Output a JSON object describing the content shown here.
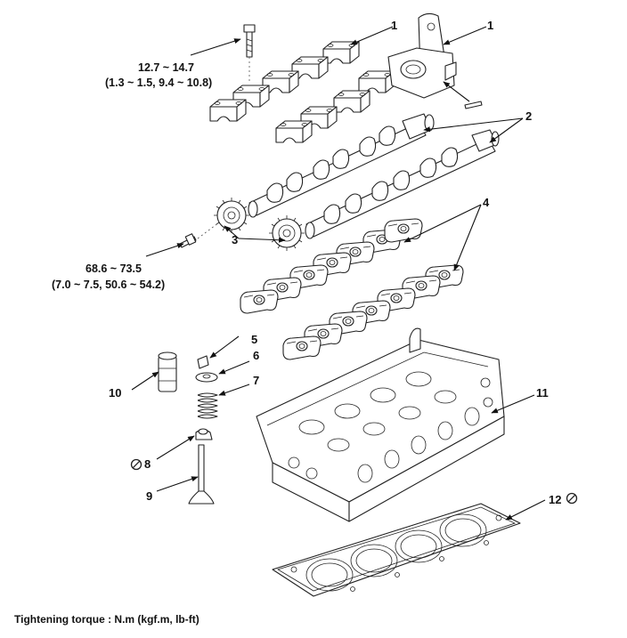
{
  "callouts": [
    {
      "id": "1a",
      "text": "1"
    },
    {
      "id": "1b",
      "text": "1"
    },
    {
      "id": "2",
      "text": "2"
    },
    {
      "id": "3",
      "text": "3"
    },
    {
      "id": "4",
      "text": "4"
    },
    {
      "id": "5",
      "text": "5"
    },
    {
      "id": "6",
      "text": "6"
    },
    {
      "id": "7",
      "text": "7"
    },
    {
      "id": "8",
      "text": "8"
    },
    {
      "id": "9",
      "text": "9"
    },
    {
      "id": "10",
      "text": "10"
    },
    {
      "id": "11",
      "text": "11"
    },
    {
      "id": "12",
      "text": "12"
    }
  ],
  "torque": {
    "bolt_cap": {
      "line1": "12.7 ~ 14.7",
      "line2": "(1.3 ~ 1.5, 9.4 ~ 10.8)"
    },
    "bolt_sprocket": {
      "line1": "68.6 ~ 73.5",
      "line2": "(7.0 ~ 7.5, 50.6 ~ 54.2)"
    }
  },
  "caption": "Tightening torque : N.m (kgf.m, lb-ft)",
  "icons": [
    "do-not-reuse-icon"
  ]
}
